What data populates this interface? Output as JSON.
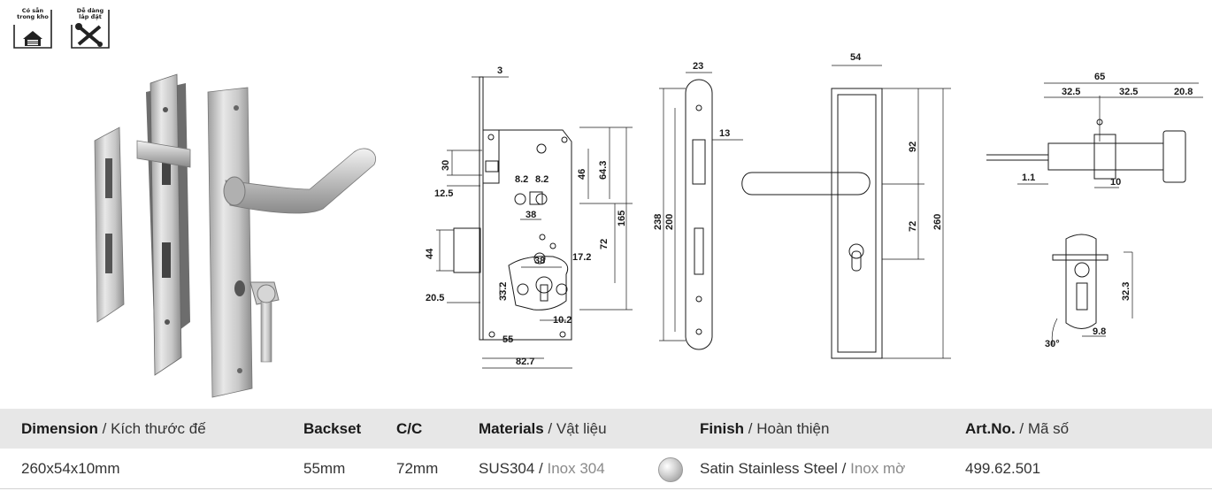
{
  "badges": [
    {
      "line1": "Có sẵn",
      "line2": "trong kho",
      "icon": "warehouse-icon"
    },
    {
      "line1": "Dễ dàng",
      "line2": "lắp đặt",
      "icon": "tools-icon"
    }
  ],
  "lock_body_dims": {
    "d3": "3",
    "d30": "30",
    "d12_5": "12.5",
    "d46": "46",
    "d64_3": "64.3",
    "d8_2a": "8.2",
    "d8_2b": "8.2",
    "d38a": "38",
    "d165": "165",
    "d72": "72",
    "d44": "44",
    "d38b": "38",
    "d17_2": "17.2",
    "d33_2": "33.2",
    "d20_5": "20.5",
    "d10_2": "10.2",
    "d55": "55",
    "d82_7": "82.7"
  },
  "faceplate_dims": {
    "d23": "23",
    "d13": "13",
    "d238": "238",
    "d200": "200"
  },
  "handle_dims": {
    "d54": "54",
    "d92": "92",
    "d72": "72",
    "d260": "260"
  },
  "cylinder_dims": {
    "d65": "65",
    "d32_5a": "32.5",
    "d32_5b": "32.5",
    "d20_8": "20.8",
    "d1_1": "1.1",
    "d10": "10",
    "d32_3": "32.3",
    "d30deg": "30°",
    "d9_8": "9.8"
  },
  "table": {
    "headers": {
      "dimension_en": "Dimension",
      "dimension_vi": "Kích thước đế",
      "backset": "Backset",
      "cc": "C/C",
      "materials_en": "Materials",
      "materials_vi": "Vật liệu",
      "finish_en": "Finish",
      "finish_vi": "Hoàn thiện",
      "artno_en": "Art.No.",
      "artno_vi": "Mã số",
      "sep": " / "
    },
    "row": {
      "dimension": "260x54x10mm",
      "backset": "55mm",
      "cc": "72mm",
      "material_en": "SUS304",
      "material_vi": "Inox 304",
      "finish_en": "Satin Stainless Steel",
      "finish_vi": "Inox mờ",
      "artno": "499.62.501"
    }
  },
  "colors": {
    "header_bg": "#e7e7e7",
    "text": "#1a1a1a",
    "muted": "#8a8a8a"
  }
}
